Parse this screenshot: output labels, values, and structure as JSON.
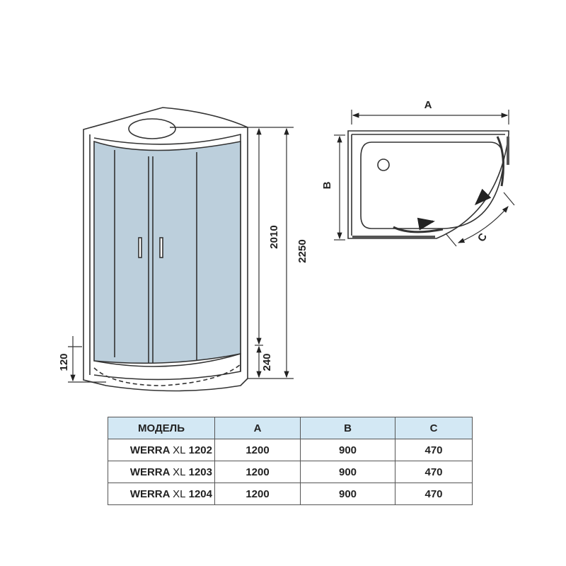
{
  "elevation": {
    "dimensions": {
      "total_height": "2250",
      "cabin_height": "2010",
      "tray_height": "240",
      "tray_step": "120"
    },
    "glass_color": "#bccfdc"
  },
  "plan": {
    "labels": {
      "a": "A",
      "b": "B",
      "c": "C"
    }
  },
  "table": {
    "headers": [
      "МОДЕЛЬ",
      "A",
      "B",
      "C"
    ],
    "header_color": "#d3e8f4",
    "rows": [
      {
        "brand": "WERRA",
        "series": "XL",
        "number": "1202",
        "a": "1200",
        "b": "900",
        "c": "470"
      },
      {
        "brand": "WERRA",
        "series": "XL",
        "number": "1203",
        "a": "1200",
        "b": "900",
        "c": "470"
      },
      {
        "brand": "WERRA",
        "series": "XL",
        "number": "1204",
        "a": "1200",
        "b": "900",
        "c": "470"
      }
    ]
  }
}
